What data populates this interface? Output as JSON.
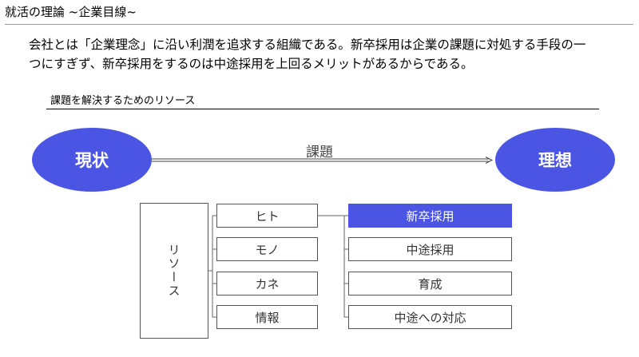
{
  "header": {
    "title": "就活の理論 ~企業目線~"
  },
  "intro": {
    "line1": "会社とは「企業理念」に沿い利潤を追求する組織である。新卒採用は企業の課題に対処する手段の一",
    "line2": "つにすぎず、新卒採用をするのは中途採用を上回るメリットがあるからである。"
  },
  "section": {
    "label": "課題を解決するためのリソース"
  },
  "diagram": {
    "current": "現状",
    "ideal": "理想",
    "arrow_label": "課題",
    "resources_label": "リソース",
    "resources": [
      "ヒト",
      "モノ",
      "カネ",
      "情報"
    ],
    "hito_options": [
      "新卒採用",
      "中途採用",
      "育成",
      "中途への対応"
    ]
  },
  "colors": {
    "accent": "#4a55e3"
  }
}
